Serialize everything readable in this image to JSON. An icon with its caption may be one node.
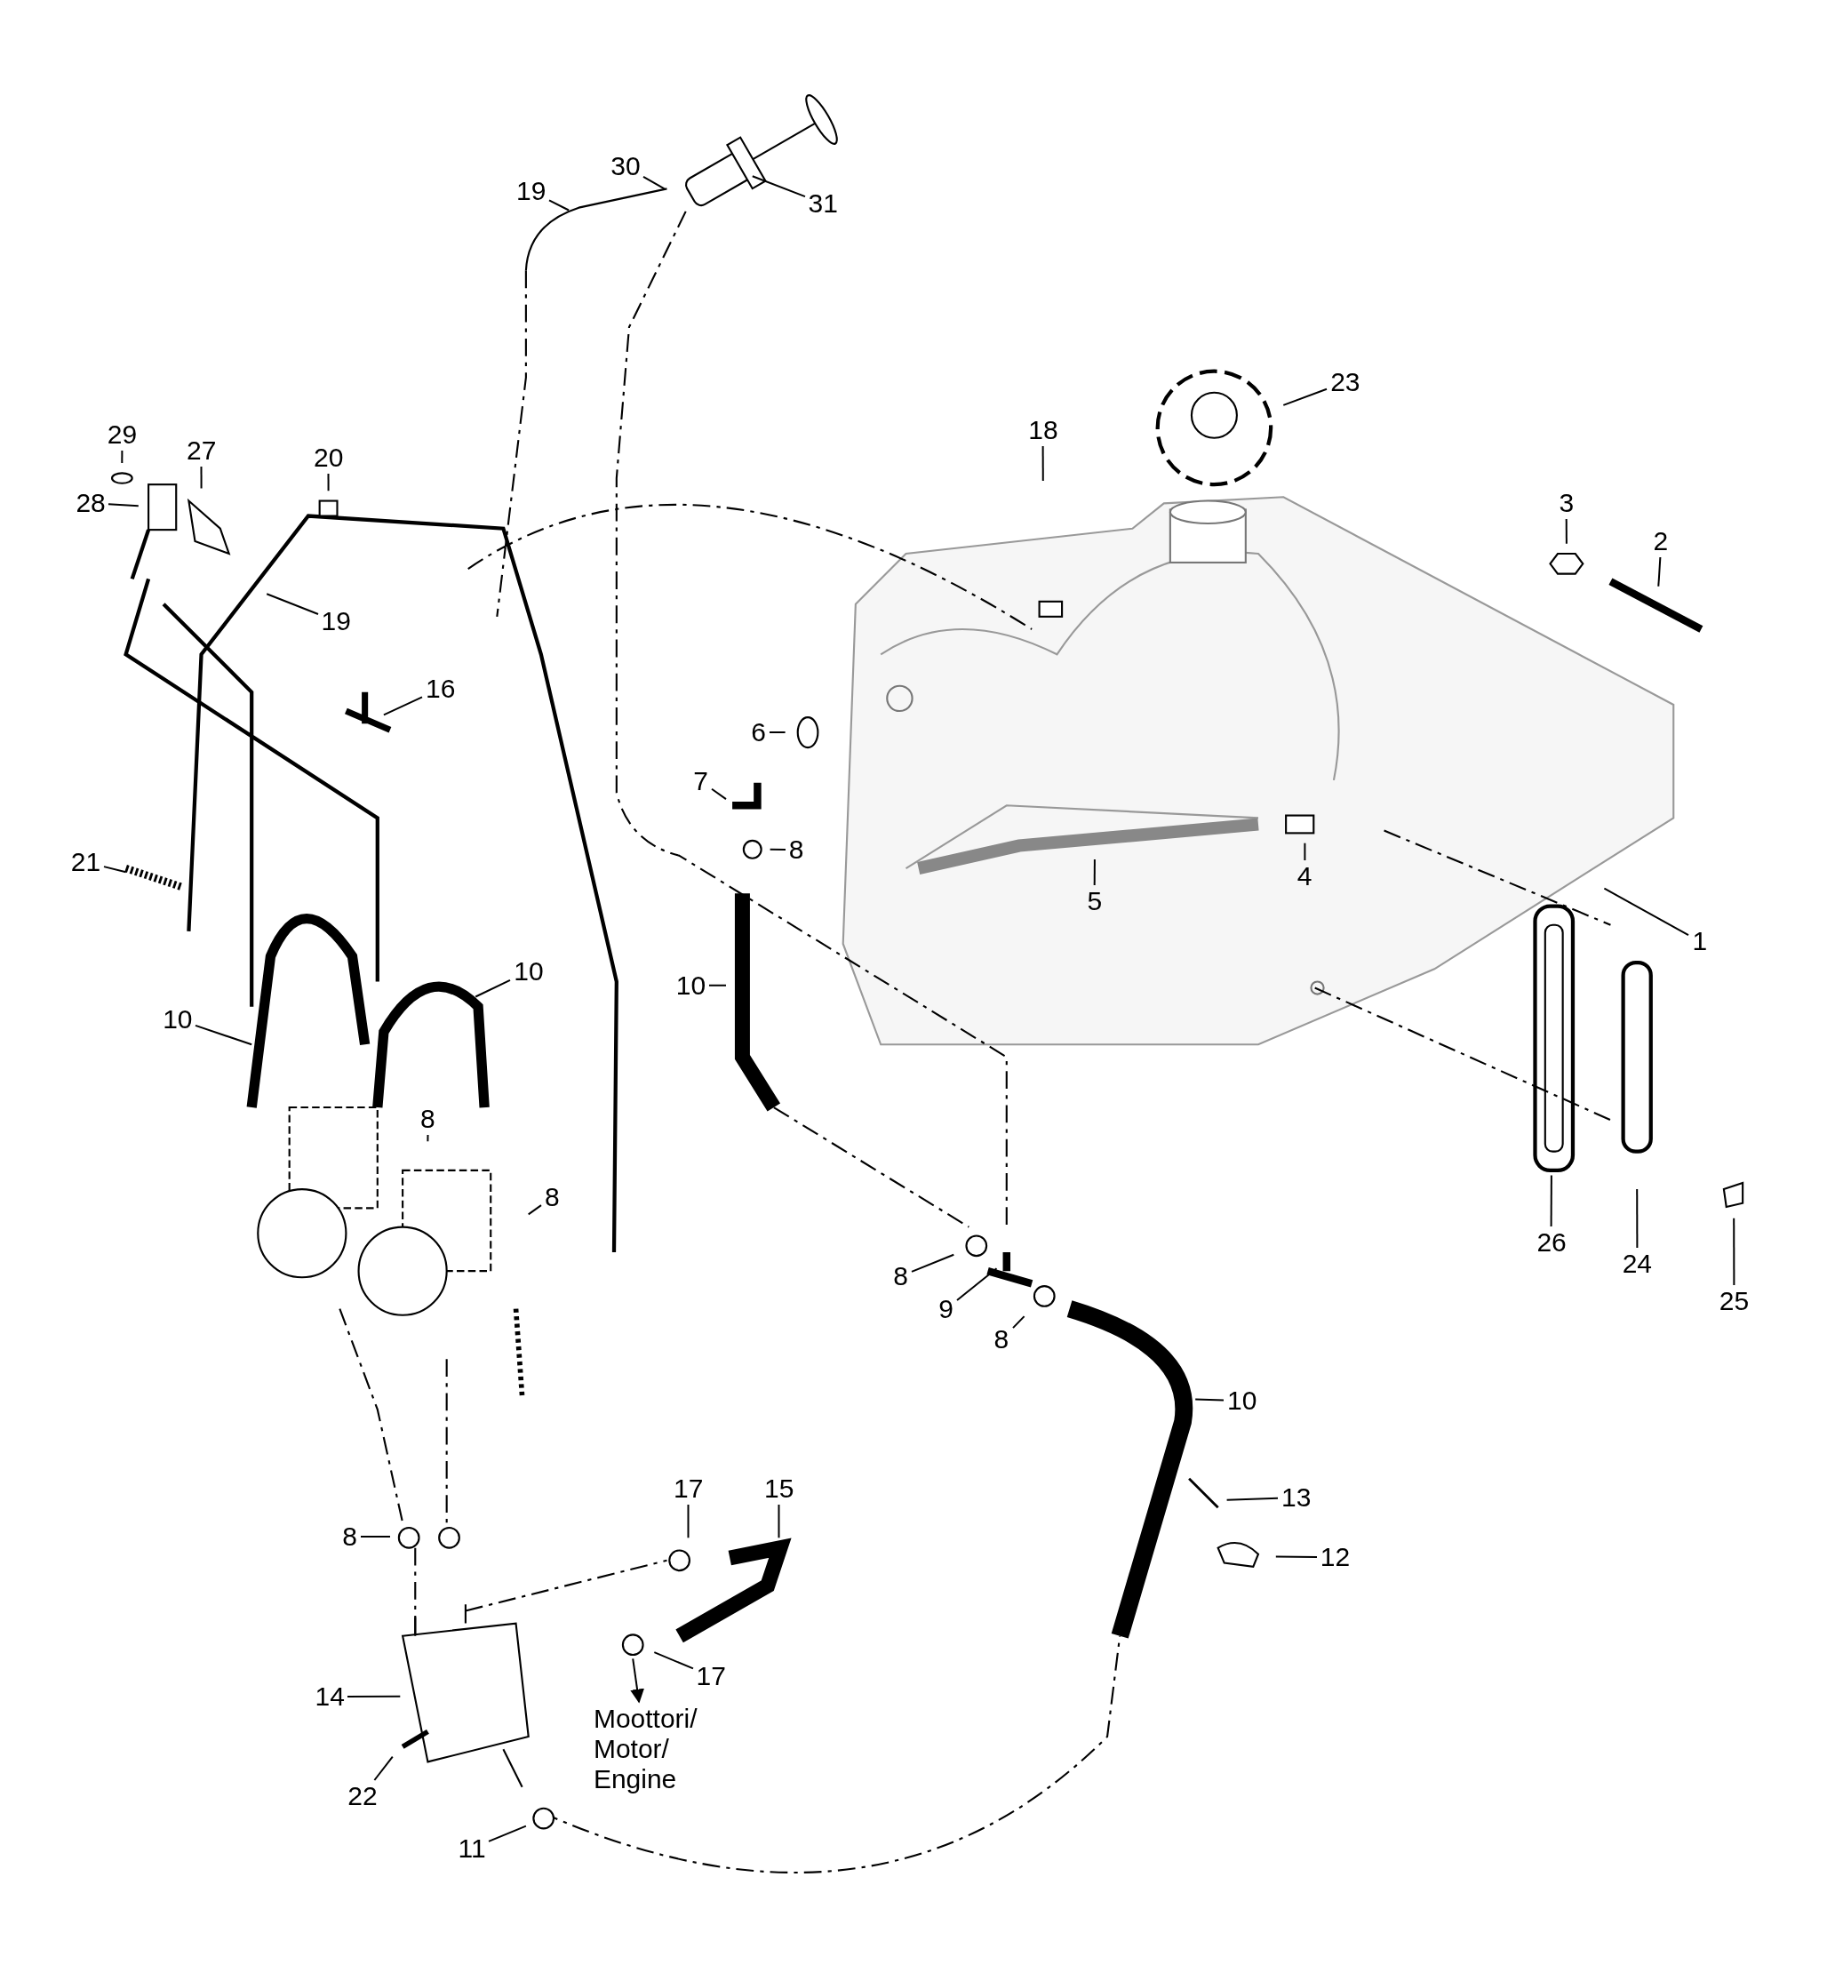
{
  "diagram": {
    "nodes": [
      {
        "text": [
          "30"
        ]
      },
      {
        "text": [
          "19"
        ]
      },
      {
        "text": [
          "31"
        ]
      },
      {
        "text": [
          "23"
        ]
      },
      {
        "text": [
          "18"
        ]
      },
      {
        "text": [
          "27"
        ]
      },
      {
        "text": [
          "29"
        ]
      },
      {
        "text": [
          "20"
        ]
      },
      {
        "text": [
          "28"
        ]
      },
      {
        "text": [
          "3"
        ]
      },
      {
        "text": [
          "2"
        ]
      },
      {
        "text": [
          "19"
        ]
      },
      {
        "text": [
          "16"
        ]
      },
      {
        "text": [
          "6"
        ]
      },
      {
        "text": [
          "7"
        ]
      },
      {
        "text": [
          "8"
        ]
      },
      {
        "text": [
          "21"
        ]
      },
      {
        "text": [
          "4"
        ]
      },
      {
        "text": [
          "5"
        ]
      },
      {
        "text": [
          "1"
        ]
      },
      {
        "text": [
          "10"
        ]
      },
      {
        "text": [
          "10"
        ]
      },
      {
        "text": [
          "10"
        ]
      },
      {
        "text": [
          "8"
        ]
      },
      {
        "text": [
          "8"
        ]
      },
      {
        "text": [
          "26"
        ]
      },
      {
        "text": [
          "24"
        ]
      },
      {
        "text": [
          "8"
        ]
      },
      {
        "text": [
          "25"
        ]
      },
      {
        "text": [
          "9"
        ]
      },
      {
        "text": [
          "8"
        ]
      },
      {
        "text": [
          "10"
        ]
      },
      {
        "text": [
          "17"
        ]
      },
      {
        "text": [
          "15"
        ]
      },
      {
        "text": [
          "13"
        ]
      },
      {
        "text": [
          "8"
        ]
      },
      {
        "text": [
          "12"
        ]
      },
      {
        "text": [
          "17"
        ]
      },
      {
        "text": [
          "14"
        ]
      },
      {
        "text": [
          "Moottori/ Motor/ Engine"
        ]
      },
      {
        "text": [
          "22"
        ]
      },
      {
        "text": [
          "11"
        ]
      }
    ],
    "edges": [
      {
        "from": 0,
        "to": null,
        "arrow": "none"
      },
      {
        "from": 1,
        "to": null,
        "arrow": "none"
      },
      {
        "from": 2,
        "to": null,
        "arrow": "none"
      },
      {
        "from": 3,
        "to": null,
        "arrow": "none"
      },
      {
        "from": 4,
        "to": null,
        "arrow": "none"
      },
      {
        "from": 5,
        "to": null,
        "arrow": "none"
      },
      {
        "from": 6,
        "to": null,
        "arrow": "none"
      },
      {
        "from": 7,
        "to": null,
        "arrow": "none"
      },
      {
        "from": 8,
        "to": null,
        "arrow": "none"
      },
      {
        "from": 9,
        "to": null,
        "arrow": "none"
      },
      {
        "from": 10,
        "to": null,
        "arrow": "none"
      },
      {
        "from": 11,
        "to": null,
        "arrow": "none"
      },
      {
        "from": 12,
        "to": null,
        "arrow": "none"
      },
      {
        "from": 13,
        "to": null,
        "arrow": "none"
      },
      {
        "from": 14,
        "to": null,
        "arrow": "none"
      },
      {
        "from": 15,
        "to": null,
        "arrow": "none"
      },
      {
        "from": 16,
        "to": null,
        "arrow": "none"
      },
      {
        "from": 17,
        "to": null,
        "arrow": "none"
      },
      {
        "from": 18,
        "to": null,
        "arrow": "none"
      },
      {
        "from": 19,
        "to": null,
        "arrow": "none"
      },
      {
        "from": 20,
        "to": null,
        "arrow": "none"
      },
      {
        "from": 21,
        "to": null,
        "arrow": "none"
      },
      {
        "from": 22,
        "to": null,
        "arrow": "none"
      },
      {
        "from": 23,
        "to": null,
        "arrow": "none"
      },
      {
        "from": 24,
        "to": null,
        "arrow": "none"
      },
      {
        "from": 25,
        "to": null,
        "arrow": "none"
      },
      {
        "from": 26,
        "to": null,
        "arrow": "none"
      },
      {
        "from": 27,
        "to": null,
        "arrow": "none"
      },
      {
        "from": 28,
        "to": null,
        "arrow": "none"
      },
      {
        "from": 29,
        "to": null,
        "arrow": "none"
      },
      {
        "from": 30,
        "to": null,
        "arrow": "none"
      },
      {
        "from": 31,
        "to": null,
        "arrow": "none"
      },
      {
        "from": 32,
        "to": null,
        "arrow": "none"
      },
      {
        "from": 33,
        "to": null,
        "arrow": "none"
      },
      {
        "from": 34,
        "to": null,
        "arrow": "none"
      },
      {
        "from": 35,
        "to": null,
        "arrow": "none"
      },
      {
        "from": 36,
        "to": null,
        "arrow": "none"
      },
      {
        "from": 37,
        "to": null,
        "arrow": "none"
      },
      {
        "from": 38,
        "to": null,
        "arrow": "none"
      },
      {
        "from": null,
        "to": 39,
        "arrow": "to"
      },
      {
        "from": 40,
        "to": null,
        "arrow": "none"
      },
      {
        "from": 41,
        "to": null,
        "arrow": "none"
      }
    ]
  }
}
